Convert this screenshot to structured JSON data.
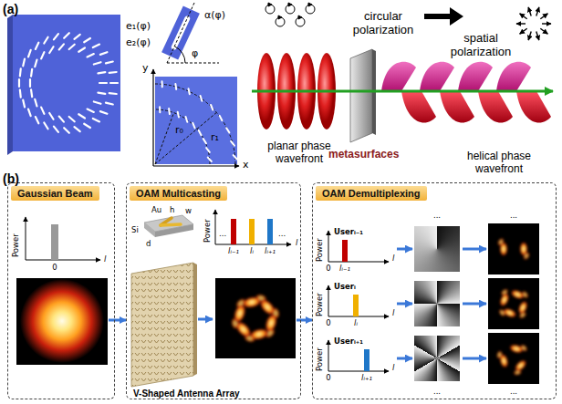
{
  "diagram": {
    "nodes": [
      {
        "text": [
          "Gaussian Beam"
        ]
      },
      {
        "text": [
          "OAM Multicasting"
        ]
      },
      {
        "text": [
          "OAM Demultiplexing"
        ]
      }
    ],
    "edges": [
      {
        "from": 0,
        "to": 1,
        "arrow": "to"
      },
      {
        "from": 1,
        "to": 2,
        "arrow": "to"
      }
    ],
    "labels": [
      "(a)",
      "e₁(φ)",
      "e₂(φ)",
      "α(φ)",
      "φ",
      "y",
      "x",
      "r₀",
      "r₁",
      "circular polarization",
      "spatial polarization",
      "planar phase wavefront",
      "metasurfaces",
      "helical phase wavefront",
      "(b)",
      "Power",
      "0",
      "l",
      "Si",
      "Au",
      "h",
      "w",
      "d",
      "Power",
      "...",
      "lᵢ₋₁",
      "lᵢ",
      "lᵢ₊₁",
      "...",
      "l",
      "V-Shaped Antenna Array",
      "Userᵢ₋₁",
      "Power",
      "0",
      "lᵢ₋₁",
      "l",
      "Userᵢ",
      "Power",
      "0",
      "lᵢ",
      "l",
      "Userᵢ₊₁",
      "Power",
      "0",
      "lᵢ₊₁",
      "l",
      "...",
      "...",
      "...",
      "..."
    ]
  }
}
